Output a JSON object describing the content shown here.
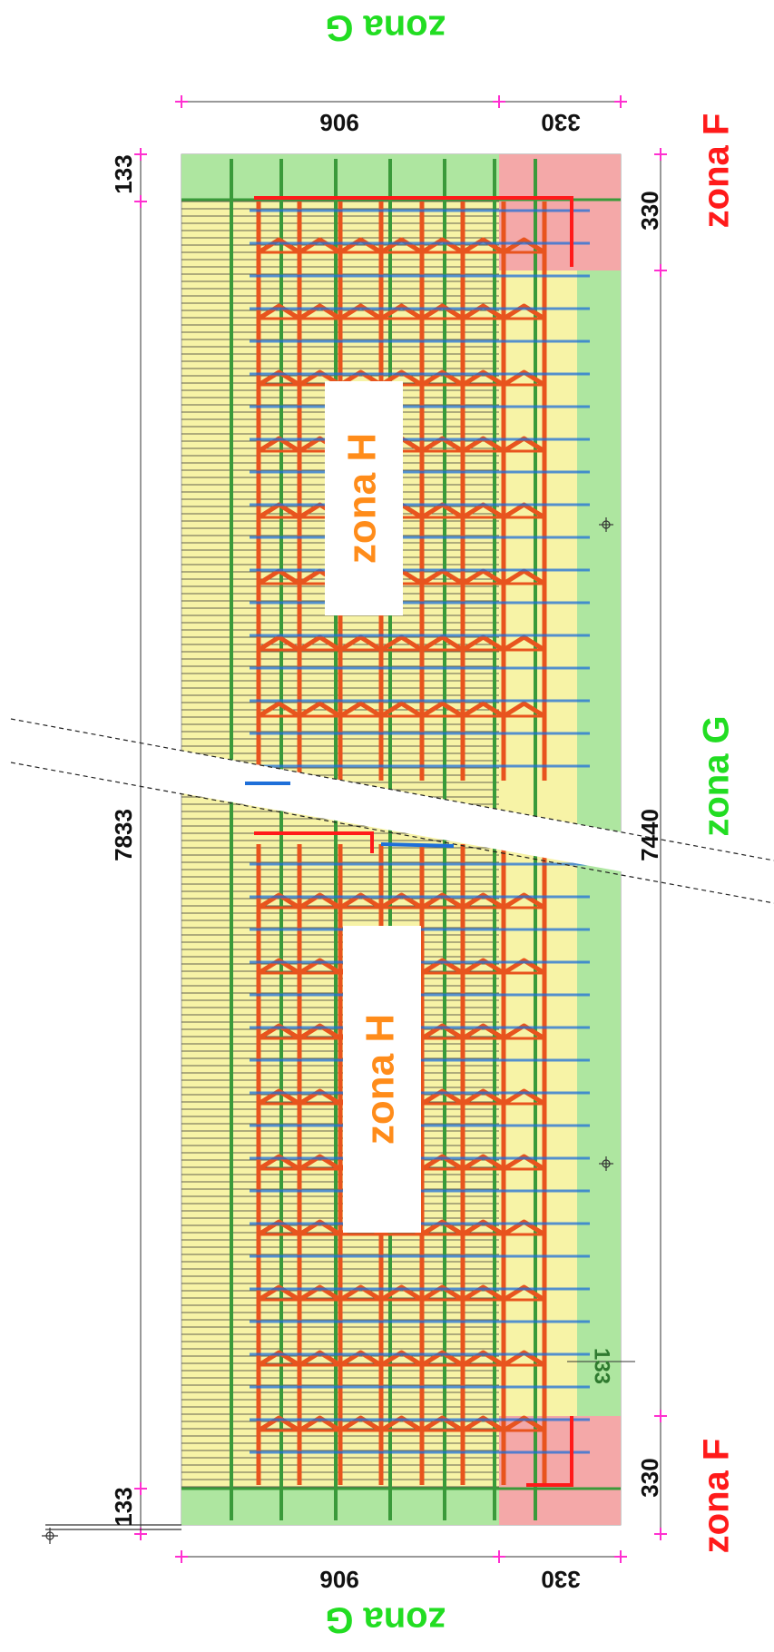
{
  "diagram": {
    "zones": {
      "F": "zona F",
      "G": "zona G",
      "H": "zona H"
    },
    "dimensions": {
      "overall_length": "7833",
      "inner_length": "7440",
      "edge_g": "133",
      "end_f": "330",
      "width_main": "906",
      "width_edge": "330"
    },
    "colors": {
      "zone_f_fill": "#f4a8a8",
      "zone_g_fill": "#aee6a0",
      "zone_h_fill": "#f7f3a6",
      "zone_f_text": "#ff1a1a",
      "zone_g_text": "#22dd22",
      "zone_h_text": "#ff8c1a",
      "rafter": "#e8541e",
      "batten": "#1e6fd9",
      "green_rail": "#3a9a3a",
      "dim_marker": "#ff2fd0"
    }
  }
}
